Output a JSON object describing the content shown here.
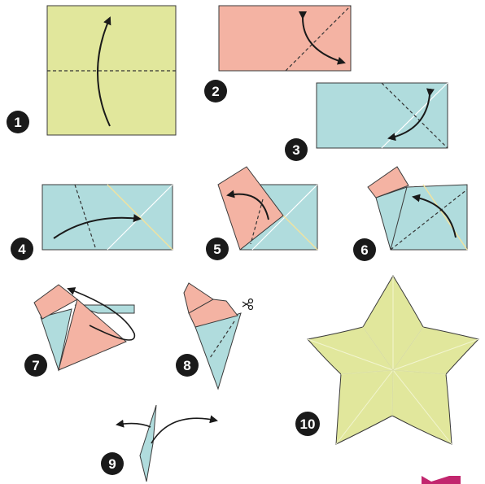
{
  "steps": [
    {
      "number": "1"
    },
    {
      "number": "2"
    },
    {
      "number": "3"
    },
    {
      "number": "4"
    },
    {
      "number": "5"
    },
    {
      "number": "6"
    },
    {
      "number": "7"
    },
    {
      "number": "8"
    },
    {
      "number": "9"
    },
    {
      "number": "10"
    }
  ],
  "colors": {
    "yellow": "#e1e79c",
    "pink": "#f4b3a3",
    "blue": "#b0dcdd",
    "outline": "#3a3a3a",
    "badge": "#1a1a1a",
    "star_crease": "#f2f5d0",
    "accent_magenta": "#c2266e"
  },
  "icons": [
    "arrow",
    "fold-arrow",
    "scissors-icon"
  ]
}
